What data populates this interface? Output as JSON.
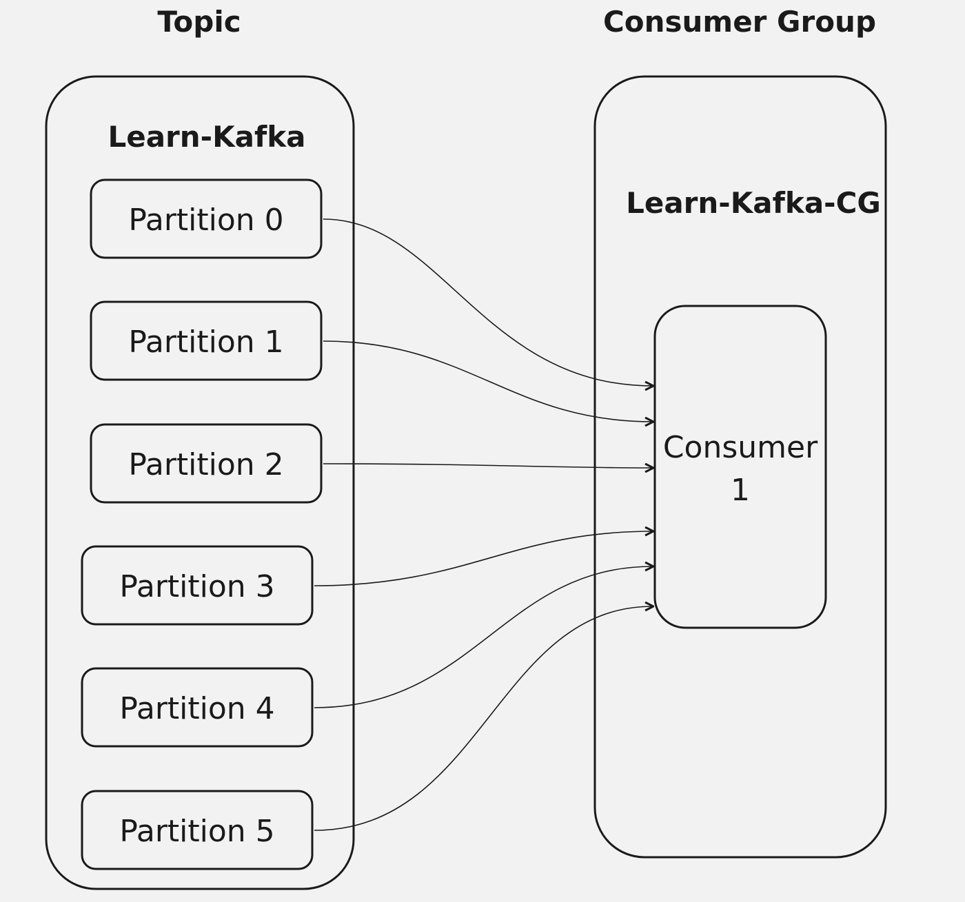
{
  "diagram": {
    "labels": {
      "topic_heading": "Topic",
      "group_heading": "Consumer Group",
      "topic_name": "Learn-Kafka",
      "group_name": "Learn-Kafka-CG"
    },
    "partitions": [
      {
        "id": "p0",
        "label": "Partition 0"
      },
      {
        "id": "p1",
        "label": "Partition 1"
      },
      {
        "id": "p2",
        "label": "Partition 2"
      },
      {
        "id": "p3",
        "label": "Partition 3"
      },
      {
        "id": "p4",
        "label": "Partition 4"
      },
      {
        "id": "p5",
        "label": "Partition 5"
      }
    ],
    "consumer": {
      "id": "c1",
      "label_lines": [
        "Consumer",
        "1"
      ]
    },
    "edges": [
      {
        "from": "p0",
        "to": "c1"
      },
      {
        "from": "p1",
        "to": "c1"
      },
      {
        "from": "p2",
        "to": "c1"
      },
      {
        "from": "p3",
        "to": "c1"
      },
      {
        "from": "p4",
        "to": "c1"
      },
      {
        "from": "p5",
        "to": "c1"
      }
    ],
    "colors": {
      "background": "#f2f2f2",
      "stroke": "#1a1a1a"
    }
  }
}
